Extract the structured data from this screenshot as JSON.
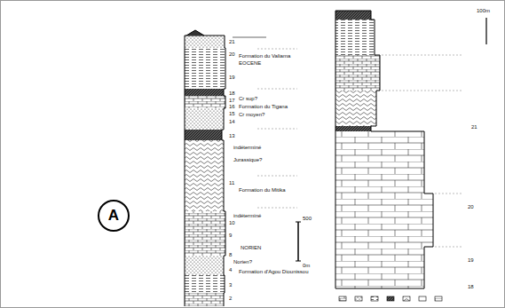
{
  "diagram": {
    "nodes": [
      {
        "text": [
          "A"
        ]
      }
    ],
    "labels": [
      "21",
      "20",
      "Formation du Valiama",
      "EOCENE",
      "19",
      "18",
      "17",
      "Cr sup?",
      "16",
      "Formation du Tigana",
      "15",
      "Cr moyen?",
      "14",
      "13",
      "indéterminé",
      "Jurassique?",
      "11",
      "Formation du Mitika",
      "indéterminé",
      "10",
      "9",
      "NORIEN",
      "8",
      "Norien?",
      "4",
      "Formation d'Agou Diounissou",
      "3",
      "2",
      "500",
      "0m",
      "100m",
      "21",
      "20",
      "19",
      "18"
    ]
  }
}
